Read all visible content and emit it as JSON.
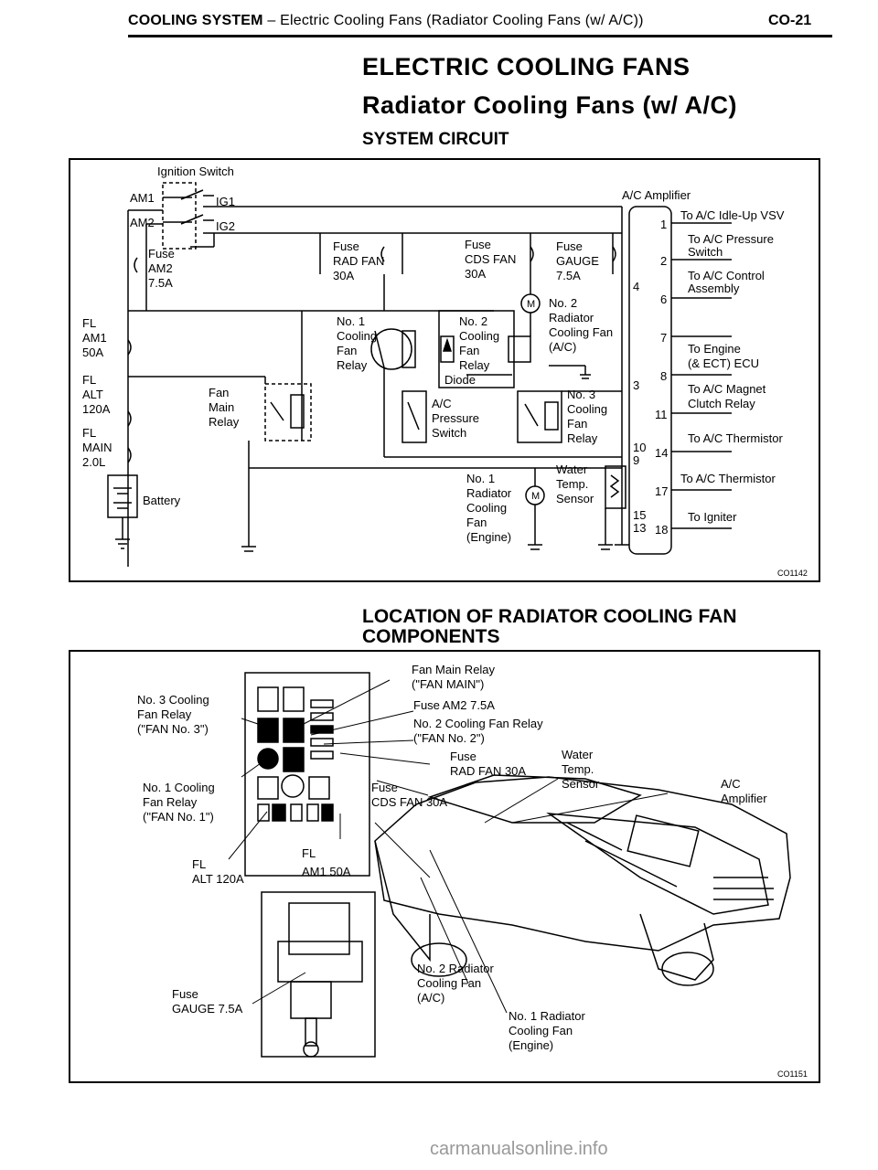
{
  "header": {
    "section": "COOLING SYSTEM",
    "subtitle": "– Electric Cooling Fans (Radiator Cooling Fans (w/ A/C))",
    "page": "CO-21"
  },
  "title": "ELECTRIC COOLING FANS",
  "subtitle": "Radiator Cooling Fans (w/ A/C)",
  "circuit": {
    "heading": "SYSTEM CIRCUIT",
    "code": "CO1142",
    "labels": {
      "ignition_switch": "Ignition Switch",
      "am1": "AM1",
      "am2": "AM2",
      "ig1": "IG1",
      "ig2": "IG2",
      "fuse_am2_1": "Fuse",
      "fuse_am2_2": "AM2",
      "fuse_am2_3": "7.5A",
      "fl_am1_1": "FL",
      "fl_am1_2": "AM1",
      "fl_am1_3": "50A",
      "fl_alt_1": "FL",
      "fl_alt_2": "ALT",
      "fl_alt_3": "120A",
      "fl_main_1": "FL",
      "fl_main_2": "MAIN",
      "fl_main_3": "2.0L",
      "battery": "Battery",
      "fan_main_1": "Fan",
      "fan_main_2": "Main",
      "fan_main_3": "Relay",
      "fuse_rad_1": "Fuse",
      "fuse_rad_2": "RAD FAN",
      "fuse_rad_3": "30A",
      "fuse_cds_1": "Fuse",
      "fuse_cds_2": "CDS FAN",
      "fuse_cds_3": "30A",
      "fuse_gauge_1": "Fuse",
      "fuse_gauge_2": "GAUGE",
      "fuse_gauge_3": "7.5A",
      "no1_relay_1": "No. 1",
      "no1_relay_2": "Cooling",
      "no1_relay_3": "Fan",
      "no1_relay_4": "Relay",
      "no2_relay_1": "No. 2",
      "no2_relay_2": "Cooling",
      "no2_relay_3": "Fan",
      "no2_relay_4": "Relay",
      "diode": "Diode",
      "no2_fan_1": "No. 2",
      "no2_fan_2": "Radiator",
      "no2_fan_3": "Cooling Fan",
      "no2_fan_4": "(A/C)",
      "ac_press_1": "A/C",
      "ac_press_2": "Pressure",
      "ac_press_3": "Switch",
      "no3_relay_1": "No. 3",
      "no3_relay_2": "Cooling",
      "no3_relay_3": "Fan",
      "no3_relay_4": "Relay",
      "no1_fan_1": "No. 1",
      "no1_fan_2": "Radiator",
      "no1_fan_3": "Cooling",
      "no1_fan_4": "Fan",
      "no1_fan_5": "(Engine)",
      "water_1": "Water",
      "water_2": "Temp.",
      "water_3": "Sensor",
      "motor": "M",
      "amp": "A/C Amplifier",
      "pin4": "4",
      "pin3": "3",
      "pin10": "10",
      "pin9": "9",
      "pin15": "15",
      "pin13": "13",
      "p1": "1",
      "p2": "2",
      "p6": "6",
      "p7": "7",
      "p8": "8",
      "p11": "11",
      "p14": "14",
      "p17": "17",
      "p18": "18",
      "o1": "To A/C Idle-Up VSV",
      "o2a": "To A/C Pressure",
      "o2b": "Switch",
      "o6a": "To A/C Control",
      "o6b": "Assembly",
      "o7a": "To Engine",
      "o7b": "(& ECT) ECU",
      "o8a": "To A/C Magnet",
      "o8b": "Clutch Relay",
      "o14": "To A/C Thermistor",
      "o17": "To A/C Thermistor",
      "o18": "To Igniter"
    }
  },
  "location": {
    "heading": "LOCATION OF RADIATOR COOLING FAN COMPONENTS",
    "code": "CO1151",
    "labels": {
      "fmr1": "Fan Main Relay",
      "fmr2": "(\"FAN MAIN\")",
      "am2": "Fuse AM2 7.5A",
      "no2r1": "No. 2 Cooling Fan Relay",
      "no2r2": "(\"FAN No. 2\")",
      "no3a": "No. 3 Cooling",
      "no3b": "Fan Relay",
      "no3c": "(\"FAN No. 3\")",
      "no1a": "No. 1 Cooling",
      "no1b": "Fan Relay",
      "no1c": "(\"FAN No. 1\")",
      "rad1": "Fuse",
      "rad2": "RAD FAN 30A",
      "cds1": "Fuse",
      "cds2": "CDS FAN 30A",
      "wts1": "Water",
      "wts2": "Temp.",
      "wts3": "Sensor",
      "amp1": "A/C",
      "amp2": "Amplifier",
      "alt1": "FL",
      "alt2": "ALT 120A",
      "am1a": "FL",
      "am1b": "AM1 50A",
      "gauge1": "Fuse",
      "gauge2": "GAUGE 7.5A",
      "f2a": "No. 2 Radiator",
      "f2b": "Cooling Fan",
      "f2c": "(A/C)",
      "f1a": "No. 1 Radiator",
      "f1b": "Cooling Fan",
      "f1c": "(Engine)"
    }
  },
  "watermark": "carmanualsonline.info"
}
